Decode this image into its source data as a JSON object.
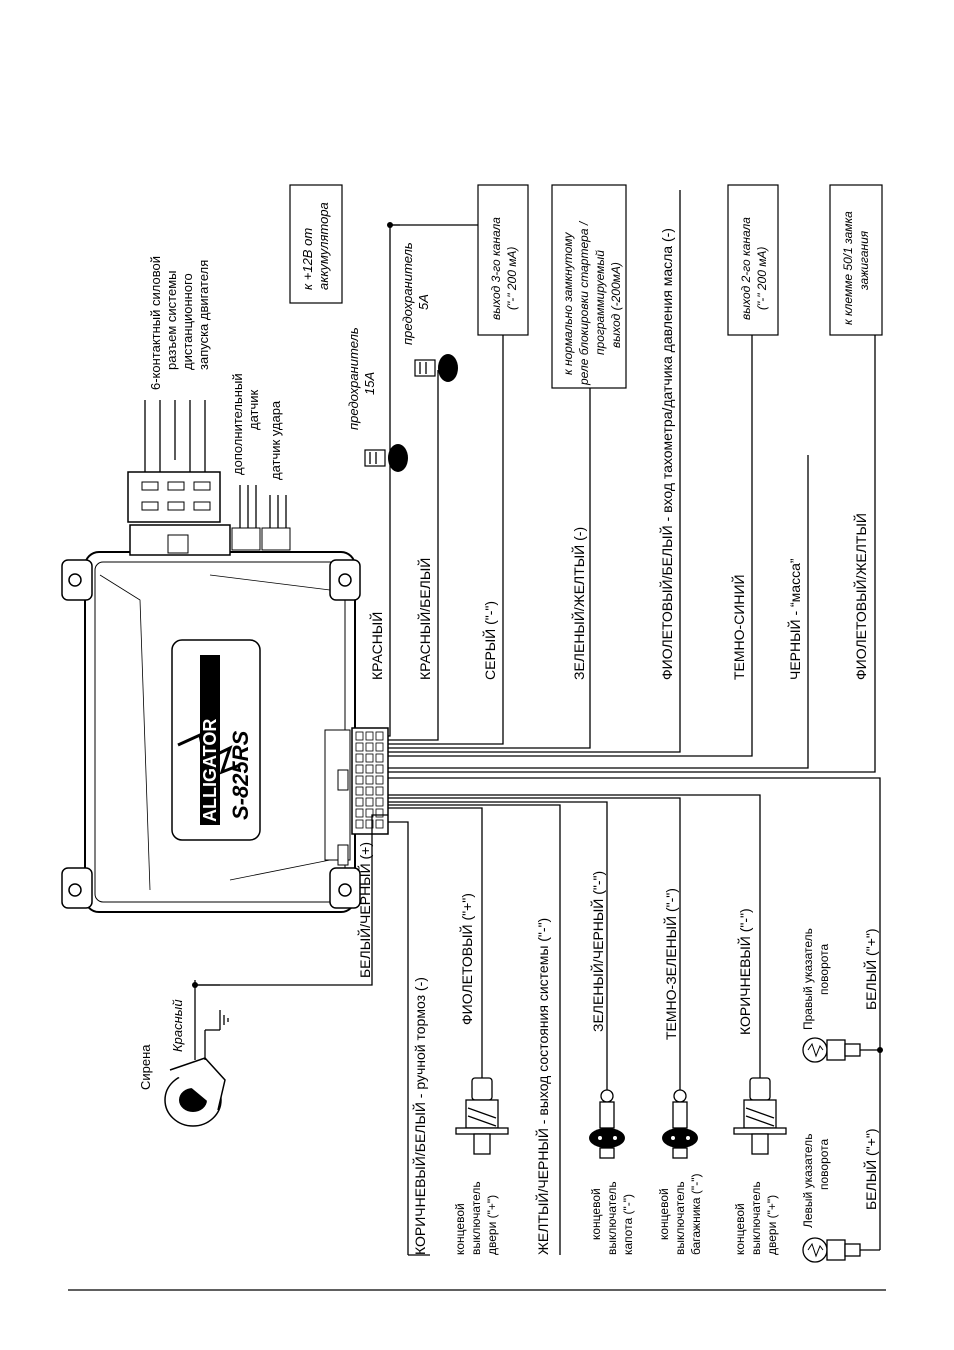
{
  "labels": {
    "siren": "Сирена",
    "siren_red": "Красный",
    "white_black": "БЕЛЫЙ/ЧЕРНЫЙ (+)",
    "brown_white": "КОРИЧНЕВЫЙ/БЕЛЫЙ - ручной тормоз (-)",
    "violet_plus": "ФИОЛЕТОВЫЙ (\"+\")",
    "yellow_black": "ЖЕЛТЫЙ/ЧЕРНЫЙ - выход состояния системы (\"-\")",
    "green_black": "ЗЕЛЕНЫЙ/ЧЕРНЫЙ (\"-\")",
    "dark_green": "ТЕМНО-ЗЕЛЕНЫЙ (\"-\")",
    "brown_minus": "КОРИЧНЕВЫЙ (\"-\")",
    "white_plus_right": "БЕЛЫЙ (\"+\")",
    "white_plus_left": "БЕЛЫЙ (\"+\")",
    "red": "КРАСНЫЙ",
    "red_white": "КРАСНЫЙ/БЕЛЫЙ",
    "grey": "СЕРЫЙ (\"-\")",
    "green_yellow": "ЗЕЛЕНЫЙ/ЖЕЛТЫЙ (-)",
    "violet_white": "ФИОЛЕТОВЫЙ/БЕЛЫЙ - вход тахометра/датчика давления масла (-)",
    "dark_blue": "ТЕМНО-СИНИЙ",
    "black_mass": "ЧЕРНЫЙ - “масса”",
    "violet_yellow": "ФИОЛЕТОВЫЙ/ЖЕЛТЫЙ"
  },
  "switches": {
    "door_plus": [
      "концевой",
      "выключатель",
      "двери (\"+\")"
    ],
    "hood": [
      "концевой",
      "выключатель",
      "капота (\"-\")"
    ],
    "trunk": [
      "концевой",
      "выключатель",
      "багажника (\"-\")"
    ],
    "door_plus2": [
      "концевой",
      "выключатель",
      "двери (\"+\")"
    ]
  },
  "indicators": {
    "left": [
      "Левый указатель",
      "поворота"
    ],
    "right": [
      "Правый указатель",
      "поворота"
    ]
  },
  "connector_note": [
    "6-контактный силовой",
    "разъем системы",
    "дистанционного",
    "запуска двигателя"
  ],
  "sensors": {
    "extra": [
      "дополнительный",
      "датчик"
    ],
    "shock": "датчик удара"
  },
  "fuses": {
    "f15": [
      "предохранитель",
      "15А"
    ],
    "f5": [
      "предохранитель",
      "5А"
    ]
  },
  "boxes": {
    "battery": [
      "к +12В от",
      "аккумулятора"
    ],
    "ch3": [
      "выход 3-го канала",
      "(\"-\" 200 мА)"
    ],
    "starter": [
      "к нормально замкнутому",
      "реле блокировки стартера /",
      "программируемый",
      "выход (-200мА)"
    ],
    "ch2": [
      "выход 2-го канала",
      "(\"-\" 200 мА)"
    ],
    "ignition": [
      "к клемме 50/1 замка",
      "зажигания"
    ]
  },
  "device": {
    "brand": "ALLIGATOR",
    "model": "S-825RS"
  }
}
